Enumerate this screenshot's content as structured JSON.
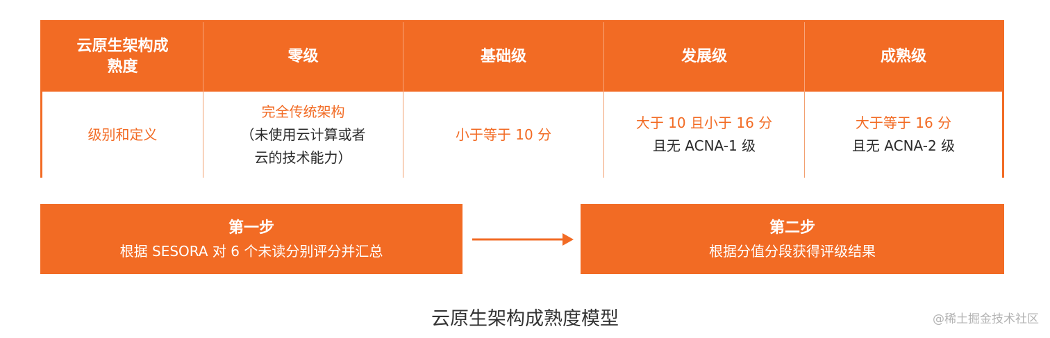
{
  "table": {
    "headers": [
      "云原生架构成熟度",
      "零级",
      "基础级",
      "发展级",
      "成熟级"
    ],
    "row": {
      "c0": [
        "级别和定义"
      ],
      "c1": [
        "完全传统架构",
        "（未使用云计算或者",
        "云的技术能力）"
      ],
      "c2": [
        "小于等于 10 分"
      ],
      "c3": [
        "大于 10 且小于 16 分",
        "且无 ACNA-1 级"
      ],
      "c4": [
        "大于等于 16 分",
        "且无 ACNA-2 级"
      ]
    }
  },
  "steps": [
    {
      "title": "第一步",
      "desc": "根据 SESORA 对 6 个未读分别评分并汇总"
    },
    {
      "title": "第二步",
      "desc": "根据分值分段获得评级结果"
    }
  ],
  "caption": "云原生架构成熟度模型",
  "watermark": "@稀土掘金技术社区",
  "colors": {
    "accent": "#f26b24",
    "text_dark": "#2a2a2a",
    "caption": "#333333",
    "watermark": "#b3b3b3"
  },
  "icons": {
    "flow_arrow": "arrow-right-icon"
  }
}
